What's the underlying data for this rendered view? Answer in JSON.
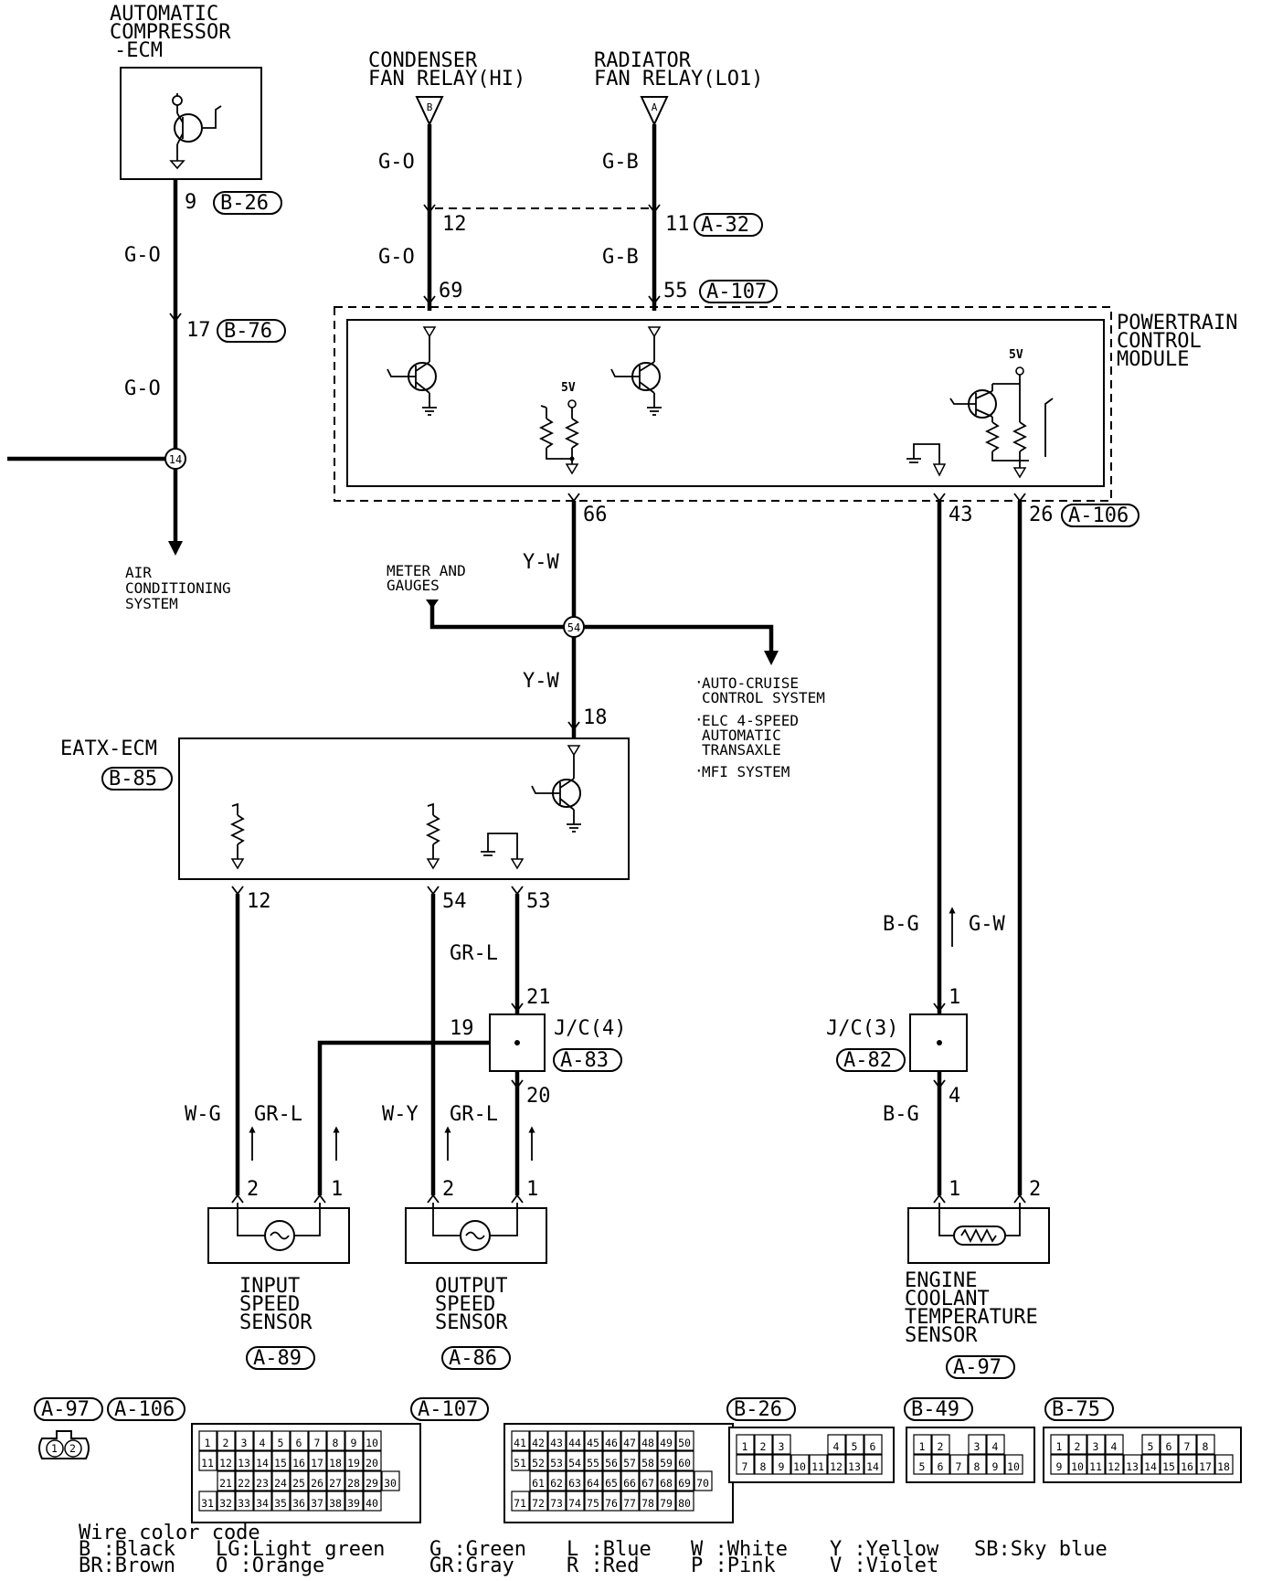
{
  "modules": {
    "ac_ecm": [
      "AUTOMATIC",
      "COMPRESSOR",
      "-ECM"
    ],
    "pcm": [
      "POWERTRAIN",
      "CONTROL",
      "MODULE"
    ],
    "eatx": "EATX-ECM",
    "condenser": [
      "CONDENSER",
      "FAN RELAY(HI)"
    ],
    "radiator": [
      "RADIATOR",
      "FAN RELAY(LO1)"
    ],
    "aircon": [
      "AIR",
      "CONDITIONING",
      "SYSTEM"
    ],
    "meter": [
      "METER AND",
      "GAUGES"
    ],
    "bullets": [
      [
        "AUTO-CRUISE",
        "CONTROL SYSTEM"
      ],
      [
        "ELC 4-SPEED",
        "AUTOMATIC",
        "TRANSAXLE"
      ],
      [
        "MFI SYSTEM"
      ]
    ],
    "input_sensor": [
      "INPUT",
      "SPEED",
      "SENSOR"
    ],
    "output_sensor": [
      "OUTPUT",
      "SPEED",
      "SENSOR"
    ],
    "ect_sensor": [
      "ENGINE",
      "COOLANT",
      "TEMPERATURE",
      "SENSOR"
    ],
    "jc4": "J/C(4)",
    "jc3": "J/C(3)"
  },
  "connectors": {
    "b26": "B-26",
    "b76": "B-76",
    "a32": "A-32",
    "a107": "A-107",
    "a106": "A-106",
    "b85": "B-85",
    "a83": "A-83",
    "a82": "A-82",
    "a89": "A-89",
    "a86": "A-86",
    "a97": "A-97",
    "b49": "B-49",
    "b75": "B-75"
  },
  "relay_marks": {
    "b": "B",
    "a": "A"
  },
  "vcc": "5V",
  "wires": {
    "go": "G-O",
    "gb": "G-B",
    "yw": "Y-W",
    "grl": "GR-L",
    "wg": "W-G",
    "wy": "W-Y",
    "bg": "B-G",
    "gw": "G-W"
  },
  "pins": {
    "p9": "9",
    "p17": "17",
    "p12": "12",
    "p11": "11",
    "p69": "69",
    "p55": "55",
    "p66": "66",
    "p43": "43",
    "p26": "26",
    "p18": "18",
    "p54": "54",
    "p53": "53",
    "p21": "21",
    "p19": "19",
    "p20": "20",
    "p1": "1",
    "p2": "2",
    "p4": "4"
  },
  "splices": {
    "s14": "14",
    "s54": "54"
  },
  "legend": {
    "title": "Wire color code",
    "rows": [
      [
        "B :Black",
        "LG:Light green",
        "G :Green",
        "L :Blue",
        "W :White",
        "Y :Yellow",
        "SB:Sky blue"
      ],
      [
        "BR:Brown",
        "O :Orange",
        "GR:Gray",
        "R :Red",
        "P :Pink",
        "V :Violet",
        ""
      ]
    ]
  },
  "small_conn": {
    "pins": [
      "1",
      "2"
    ]
  },
  "pcm_conn": {
    "rows": [
      [
        "1",
        "2",
        "3",
        "4",
        "5",
        "6",
        "7",
        "8",
        "9",
        "10"
      ],
      [
        "11",
        "12",
        "13",
        "14",
        "15",
        "16",
        "17",
        "18",
        "19",
        "20"
      ],
      [
        "",
        "21",
        "22",
        "23",
        "24",
        "25",
        "26",
        "27",
        "28",
        "29",
        "30"
      ],
      [
        "31",
        "32",
        "33",
        "34",
        "35",
        "36",
        "37",
        "38",
        "39",
        "40"
      ]
    ]
  },
  "a107_conn": {
    "rows": [
      [
        "41",
        "42",
        "43",
        "44",
        "45",
        "46",
        "47",
        "48",
        "49",
        "50"
      ],
      [
        "51",
        "52",
        "53",
        "54",
        "55",
        "56",
        "57",
        "58",
        "59",
        "60"
      ],
      [
        "",
        "61",
        "62",
        "63",
        "64",
        "65",
        "66",
        "67",
        "68",
        "69",
        "70"
      ],
      [
        "71",
        "72",
        "73",
        "74",
        "75",
        "76",
        "77",
        "78",
        "79",
        "80"
      ]
    ]
  },
  "b26_conn": {
    "rows": [
      [
        "1",
        "2",
        "3",
        "",
        "",
        "4",
        "5",
        "6"
      ],
      [
        "7",
        "8",
        "9",
        "10",
        "11",
        "12",
        "13",
        "14"
      ]
    ]
  },
  "b49_conn": {
    "rows": [
      [
        "1",
        "2",
        "",
        "3",
        "4"
      ],
      [
        "5",
        "6",
        "7",
        "8",
        "9",
        "10"
      ]
    ]
  },
  "b75_conn": {
    "rows": [
      [
        "1",
        "2",
        "3",
        "4",
        "",
        "5",
        "6",
        "7",
        "8"
      ],
      [
        "9",
        "10",
        "11",
        "12",
        "13",
        "14",
        "15",
        "16",
        "17",
        "18"
      ]
    ]
  }
}
